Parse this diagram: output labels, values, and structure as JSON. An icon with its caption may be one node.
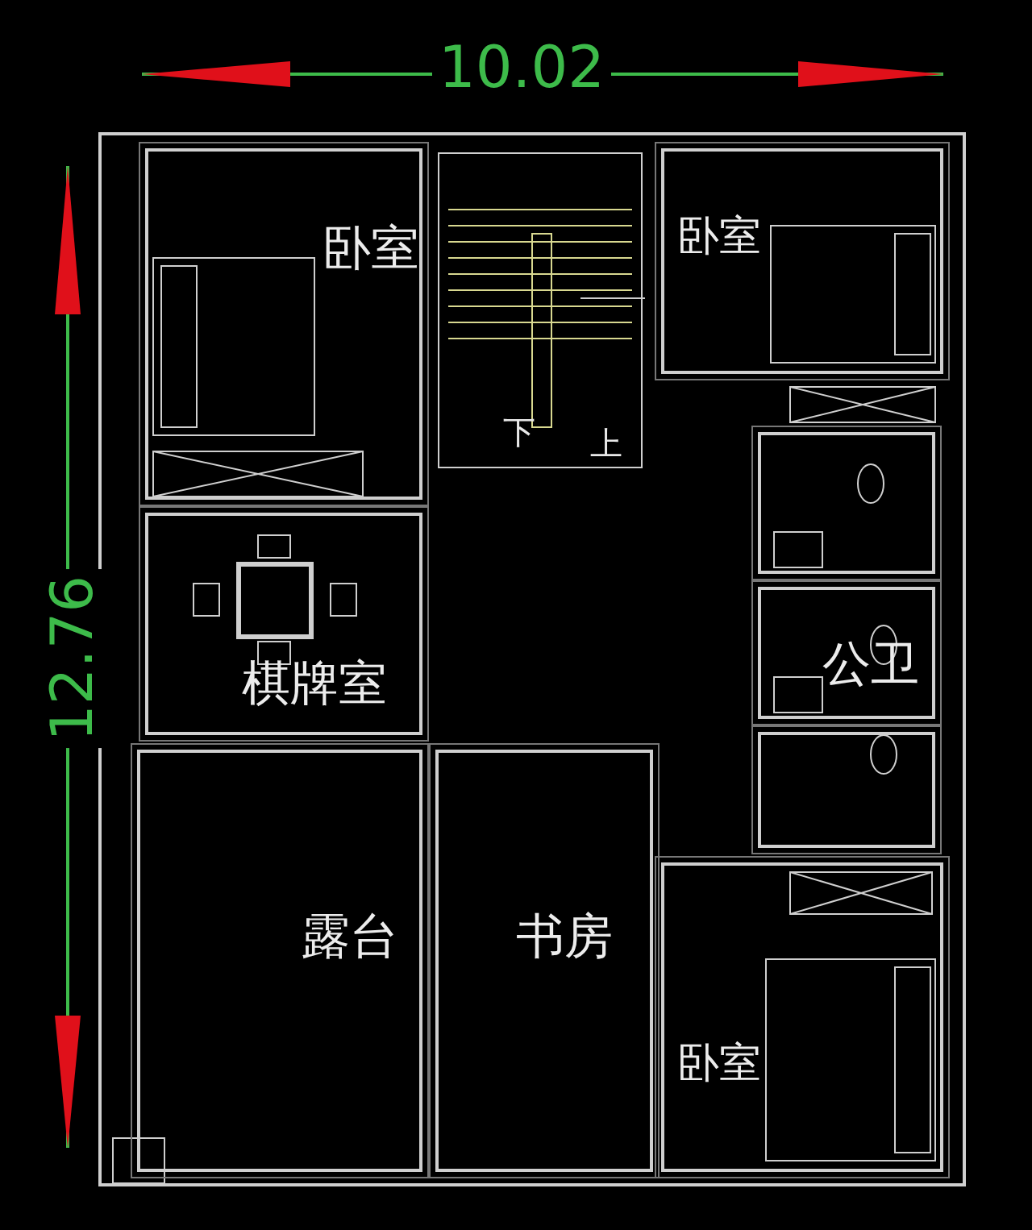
{
  "diagram": {
    "nodes": [
      {
        "text": [
          "卧室"
        ]
      },
      {
        "text": [
          "卧室"
        ]
      },
      {
        "text": [],
        "shape": "box"
      },
      {
        "text": [
          "公卫"
        ]
      },
      {
        "text": [],
        "shape": "box"
      },
      {
        "text": [
          "棋牌室"
        ]
      },
      {
        "text": [
          "露台"
        ]
      },
      {
        "text": [
          "书房"
        ]
      },
      {
        "text": [
          "卧室"
        ]
      }
    ],
    "edges": [],
    "labels": [
      "10.02",
      "12.76",
      "下",
      "上"
    ]
  }
}
